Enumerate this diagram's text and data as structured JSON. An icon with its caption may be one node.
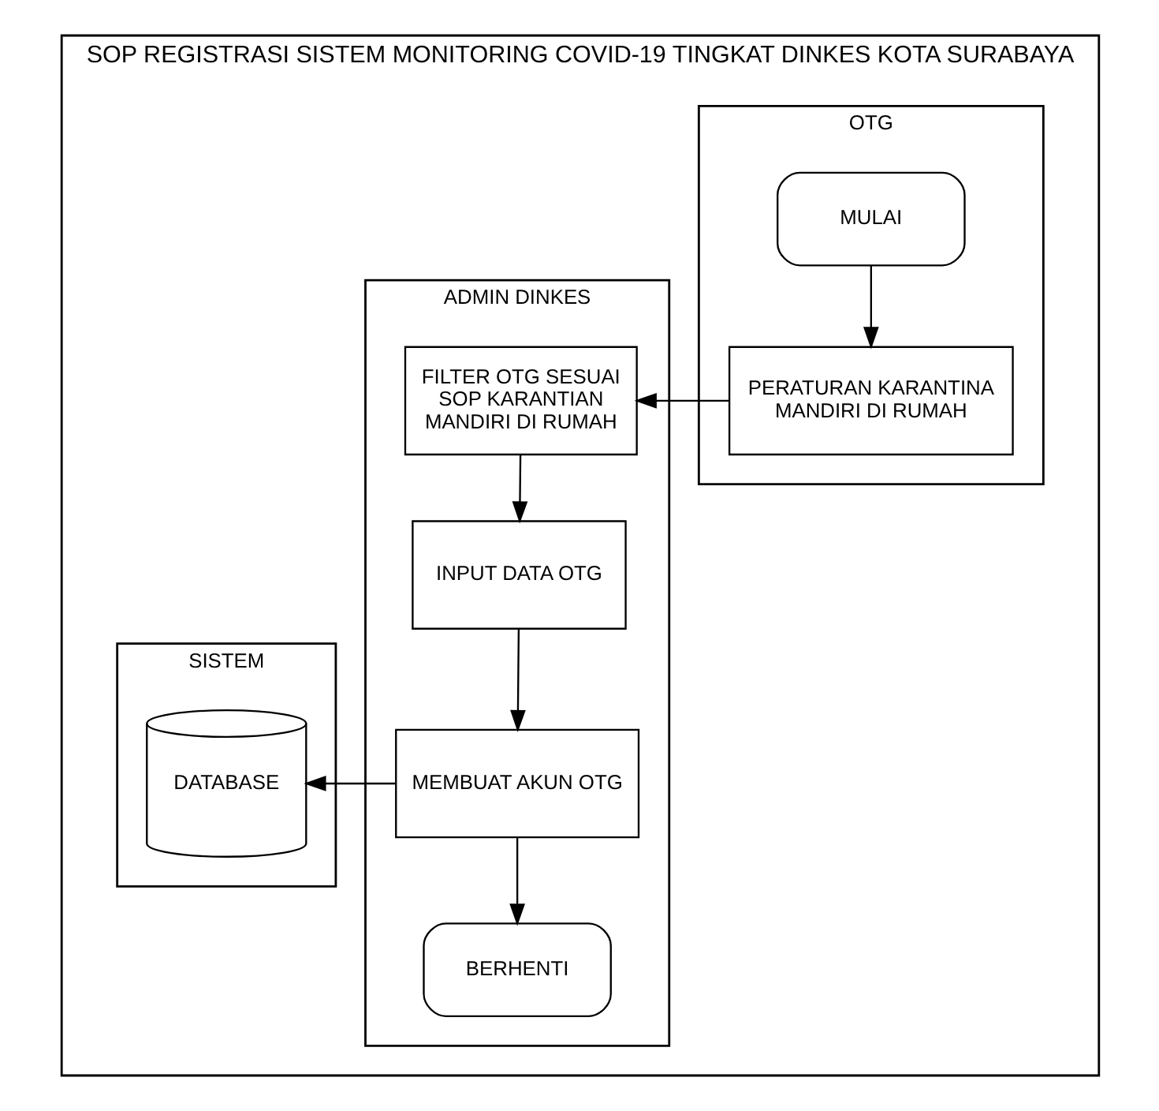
{
  "diagram": {
    "nodes": [
      {
        "text": [
          "SOP REGISTRASI SISTEM MONITORING COVID-19 TINGKAT DINKES KOTA SURABAYA"
        ]
      },
      {
        "text": [
          "OTG"
        ],
        "in": 0
      },
      {
        "text": [
          "ADMIN DINKES"
        ],
        "in": 0
      },
      {
        "text": [
          "SISTEM"
        ],
        "in": 0
      },
      {
        "text": [
          "MULAI"
        ],
        "in": 1
      },
      {
        "text": [
          "PERATURAN KARANTINA MANDIRI DI RUMAH"
        ],
        "in": 1
      },
      {
        "text": [
          "FILTER OTG SESUAI SOP KARANTIAN MANDIRI DI RUMAH"
        ],
        "in": 2
      },
      {
        "text": [
          "INPUT DATA OTG"
        ],
        "in": 2
      },
      {
        "text": [
          "MEMBUAT AKUN OTG"
        ],
        "in": 2
      },
      {
        "text": [
          "DATABASE"
        ],
        "in": 3
      },
      {
        "text": [
          "BERHENTI"
        ],
        "in": 2
      }
    ],
    "edges": [
      {
        "from": 4,
        "to": 5,
        "arrow": "to"
      },
      {
        "from": 5,
        "to": 6,
        "arrow": "to"
      },
      {
        "from": 6,
        "to": 7,
        "arrow": "to"
      },
      {
        "from": 7,
        "to": 8,
        "arrow": "to"
      },
      {
        "from": 8,
        "to": 9,
        "arrow": "to"
      },
      {
        "from": 8,
        "to": 10,
        "arrow": "to"
      }
    ]
  }
}
